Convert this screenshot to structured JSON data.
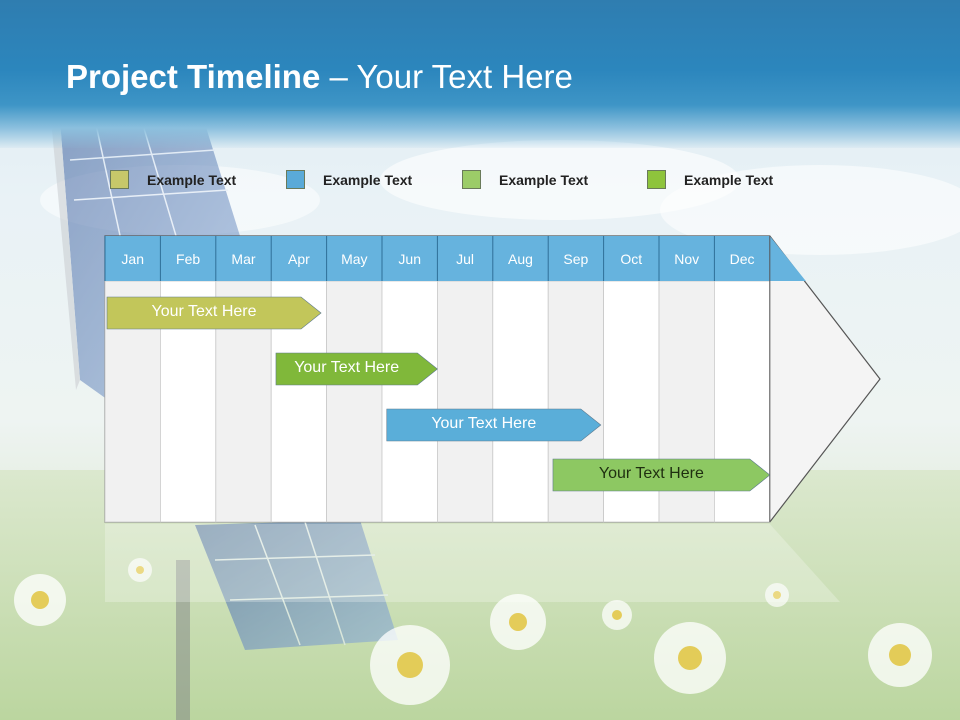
{
  "title": {
    "bold": "Project Timeline",
    "rest": " – Your Text Here"
  },
  "legend": [
    {
      "label": "Example Text",
      "color": "#c7c86a"
    },
    {
      "label": "Example Text",
      "color": "#5aaad8"
    },
    {
      "label": "Example Text",
      "color": "#9ccc68"
    },
    {
      "label": "Example Text",
      "color": "#8ec43c"
    }
  ],
  "timeline": {
    "months": [
      "Jan",
      "Feb",
      "Mar",
      "Apr",
      "May",
      "Jun",
      "Jul",
      "Aug",
      "Sep",
      "Oct",
      "Nov",
      "Dec"
    ],
    "header_color": "#66b3de",
    "tasks": [
      {
        "label": "Your  Text Here",
        "start_month": 0,
        "end_month": 3.9,
        "color": "#c2c65a"
      },
      {
        "label": "Your  Text Here",
        "start_month": 3.05,
        "end_month": 6.0,
        "color": "#80b83a"
      },
      {
        "label": "Your  Text Here",
        "start_month": 5.05,
        "end_month": 8.95,
        "color": "#5aaed9"
      },
      {
        "label": "Your  Text Here",
        "start_month": 8.05,
        "end_month": 12.0,
        "color": "#8dc862"
      }
    ]
  },
  "icons": {
    "solar_panel": "solar-panel-illustration",
    "daisies": "daisy-flowers-illustration"
  }
}
